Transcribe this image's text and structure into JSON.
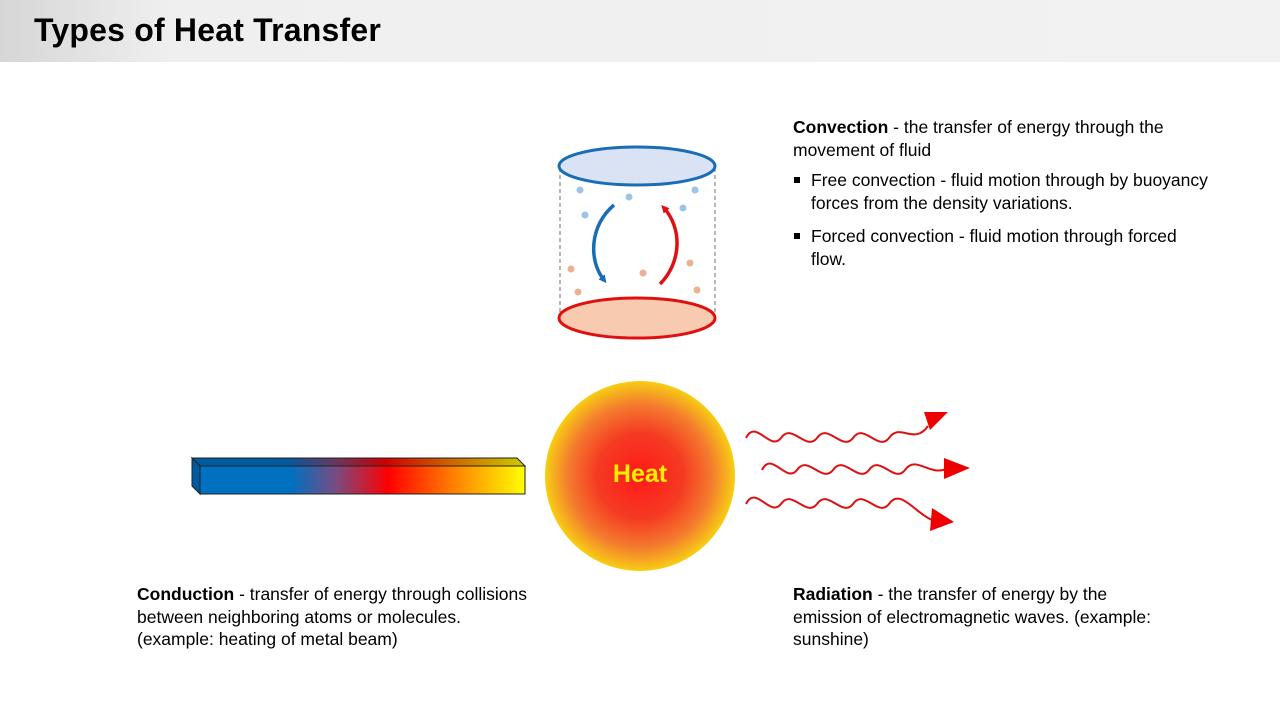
{
  "title": "Types of Heat Transfer",
  "heat_label": "Heat",
  "convection": {
    "term": "Convection",
    "description": " - the transfer of energy through the movement of fluid",
    "bullets": [
      "Free convection - fluid motion through by buoyancy forces from the density variations.",
      "Forced convection - fluid motion through forced flow."
    ]
  },
  "conduction": {
    "term": "Conduction",
    "description": " - transfer of energy through collisions between neighboring atoms or molecules. (example: heating of metal beam)"
  },
  "radiation": {
    "term": "Radiation",
    "description": " - the transfer of energy by the emission of electromagnetic waves. (example: sunshine)"
  },
  "colors": {
    "cold_blue": "#0070c0",
    "hot_red": "#e01010",
    "sun_yellow": "#ffee00",
    "arrow_red": "#ee0000"
  }
}
